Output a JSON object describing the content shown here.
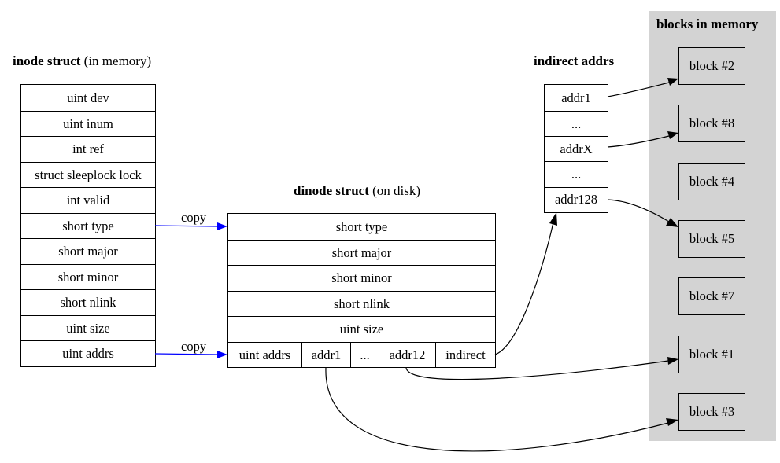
{
  "inode": {
    "title_bold": "inode struct",
    "title_rest": " (in memory)",
    "fields": [
      "uint dev",
      "uint inum",
      "int ref",
      "struct sleeplock lock",
      "int valid",
      "short type",
      "short major",
      "short minor",
      "short nlink",
      "uint size",
      "uint addrs"
    ]
  },
  "dinode": {
    "title_bold": "dinode struct",
    "title_rest": " (on disk)",
    "fields": [
      "short type",
      "short major",
      "short minor",
      "short nlink",
      "uint size"
    ],
    "addrs_row": [
      "uint addrs",
      "addr1",
      "...",
      "addr12",
      "indirect"
    ]
  },
  "indirect": {
    "title": "indirect addrs",
    "entries": [
      "addr1",
      "...",
      "addrX",
      "...",
      "addr128"
    ]
  },
  "memory": {
    "title": "blocks in memory",
    "blocks": [
      "block #2",
      "block #8",
      "block #4",
      "block #5",
      "block #7",
      "block #1",
      "block #3"
    ]
  },
  "edges": {
    "copy_label": "copy",
    "copy_color": "#0000ff",
    "default_color": "#000000"
  }
}
